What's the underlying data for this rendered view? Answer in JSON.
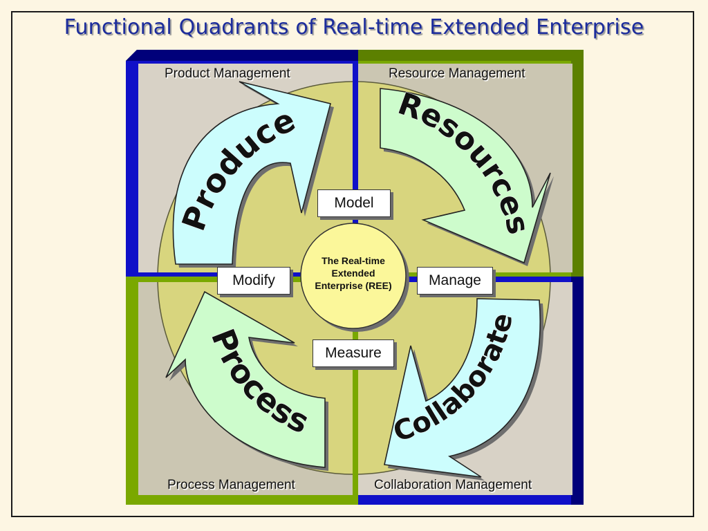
{
  "title": "Functional Quadrants of Real-time Extended Enterprise",
  "quadrants": {
    "top_left": "Product Management",
    "top_right": "Resource Management",
    "bottom_left": "Process Management",
    "bottom_right": "Collaboration Management"
  },
  "arrows": {
    "produce": "Produce",
    "resources": "Resources",
    "collaborate": "Collaborate",
    "process": "Process"
  },
  "boxes": {
    "model": "Model",
    "modify": "Modify",
    "manage": "Manage",
    "measure": "Measure"
  },
  "center": {
    "line1": "The Real-time",
    "line2": "Extended",
    "line3": "Enterprise (REE)"
  },
  "colors": {
    "title": "#1c2c9c",
    "blue_frame": "#1010c8",
    "green_frame": "#7aa800",
    "circle": "#d8d57e",
    "center_circle": "#fbf79a",
    "arrow_cyan": "#ccfdfd",
    "arrow_green": "#cdfccc"
  }
}
